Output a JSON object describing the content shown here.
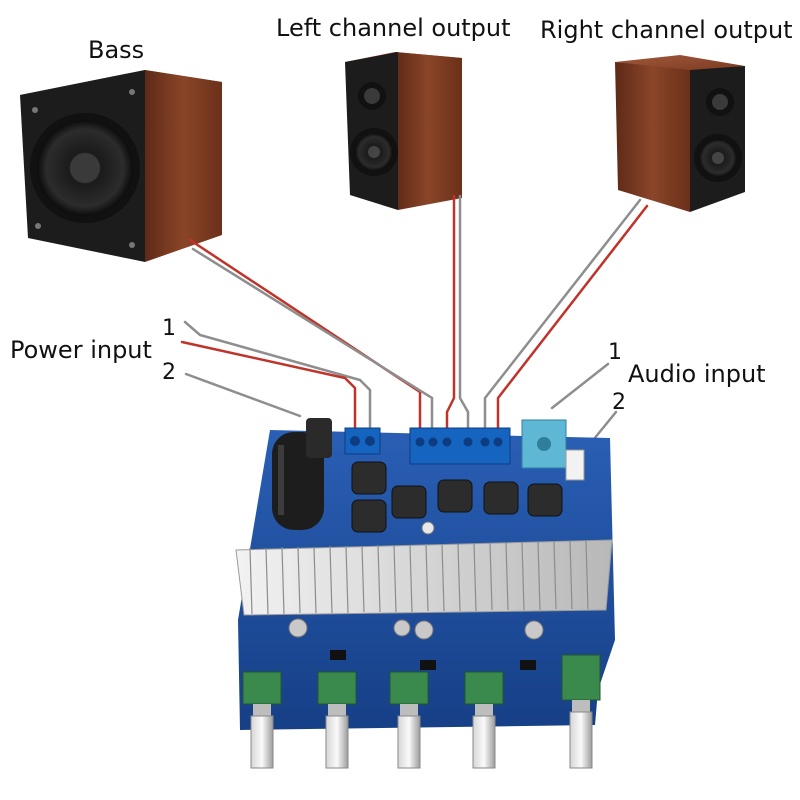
{
  "labels": {
    "bass": "Bass",
    "left_output": "Left channel output",
    "right_output": "Right channel output",
    "power_input": "Power input",
    "power_1": "1",
    "power_2": "2",
    "audio_input": "Audio input",
    "audio_1": "1",
    "audio_2": "2"
  },
  "colors": {
    "wire_red": "#c0332b",
    "wire_gray": "#8e8e8e",
    "pcb_blue": "#1f4fa0",
    "heatsink": "#d9d9d9",
    "wood": "#7a3a22",
    "speaker_front": "#1a1a1a",
    "terminal_blue": "#1565c0",
    "pot_green": "#3b8a4d"
  }
}
